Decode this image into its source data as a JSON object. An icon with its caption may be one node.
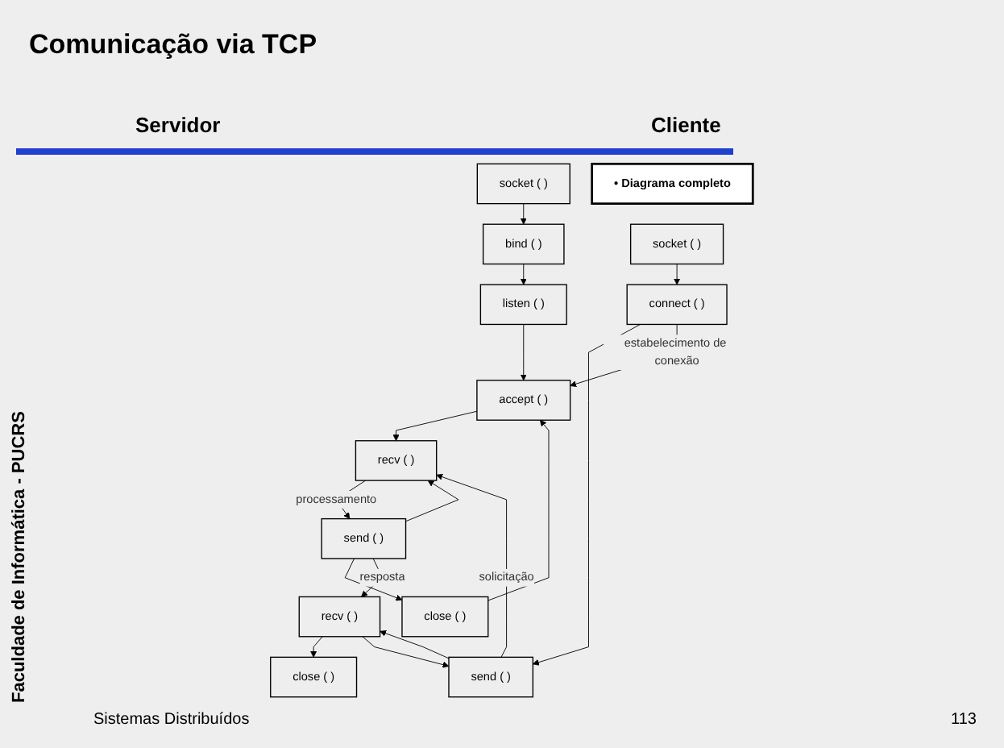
{
  "diagram": {
    "title": "Comunicação via TCP",
    "nodes": [
      {
        "text": [
          "socket ( )"
        ]
      },
      {
        "text": [
          "bind ( )"
        ]
      },
      {
        "text": [
          "listen ( )"
        ]
      },
      {
        "text": [
          "accept ( )"
        ]
      },
      {
        "text": [
          "recv ( )"
        ]
      },
      {
        "text": [
          "send ( )"
        ]
      },
      {
        "text": [
          "close ( )"
        ]
      },
      {
        "text": [
          "• Diagrama completo"
        ]
      },
      {
        "text": [
          "socket ( )"
        ]
      },
      {
        "text": [
          "connect ( )"
        ]
      },
      {
        "text": [
          "send ( )"
        ]
      },
      {
        "text": [
          "recv ( )"
        ]
      },
      {
        "text": [
          "close ( )"
        ]
      }
    ],
    "edges": [
      {
        "from": 0,
        "to": 1,
        "arrow": "to"
      },
      {
        "from": 1,
        "to": 2,
        "arrow": "to"
      },
      {
        "from": 2,
        "to": 3,
        "arrow": "to"
      },
      {
        "from": 3,
        "to": 4,
        "arrow": "to"
      },
      {
        "from": 4,
        "to": 5,
        "arrow": "to",
        "label": "processamento"
      },
      {
        "from": 5,
        "to": 6,
        "arrow": "to"
      },
      {
        "from": 5,
        "to": 4,
        "arrow": "to"
      },
      {
        "from": 6,
        "to": 3,
        "arrow": "to"
      },
      {
        "from": 8,
        "to": 9,
        "arrow": "to"
      },
      {
        "from": 9,
        "to": 10,
        "arrow": "to"
      },
      {
        "from": 10,
        "to": 11,
        "arrow": "to"
      },
      {
        "from": 11,
        "to": 12,
        "arrow": "to"
      },
      {
        "from": 11,
        "to": 10,
        "arrow": "to"
      },
      {
        "from": 9,
        "to": 3,
        "arrow": "to",
        "label": "estabelecimento de conexão"
      },
      {
        "from": 10,
        "to": 4,
        "arrow": "to",
        "label": "solicitação"
      },
      {
        "from": 5,
        "to": 11,
        "arrow": "to",
        "label": "resposta"
      }
    ],
    "labels": [
      "Servidor",
      "Cliente",
      "Faculdade de Informática - PUCRS",
      "Sistemas Distribuídos",
      "113"
    ]
  }
}
